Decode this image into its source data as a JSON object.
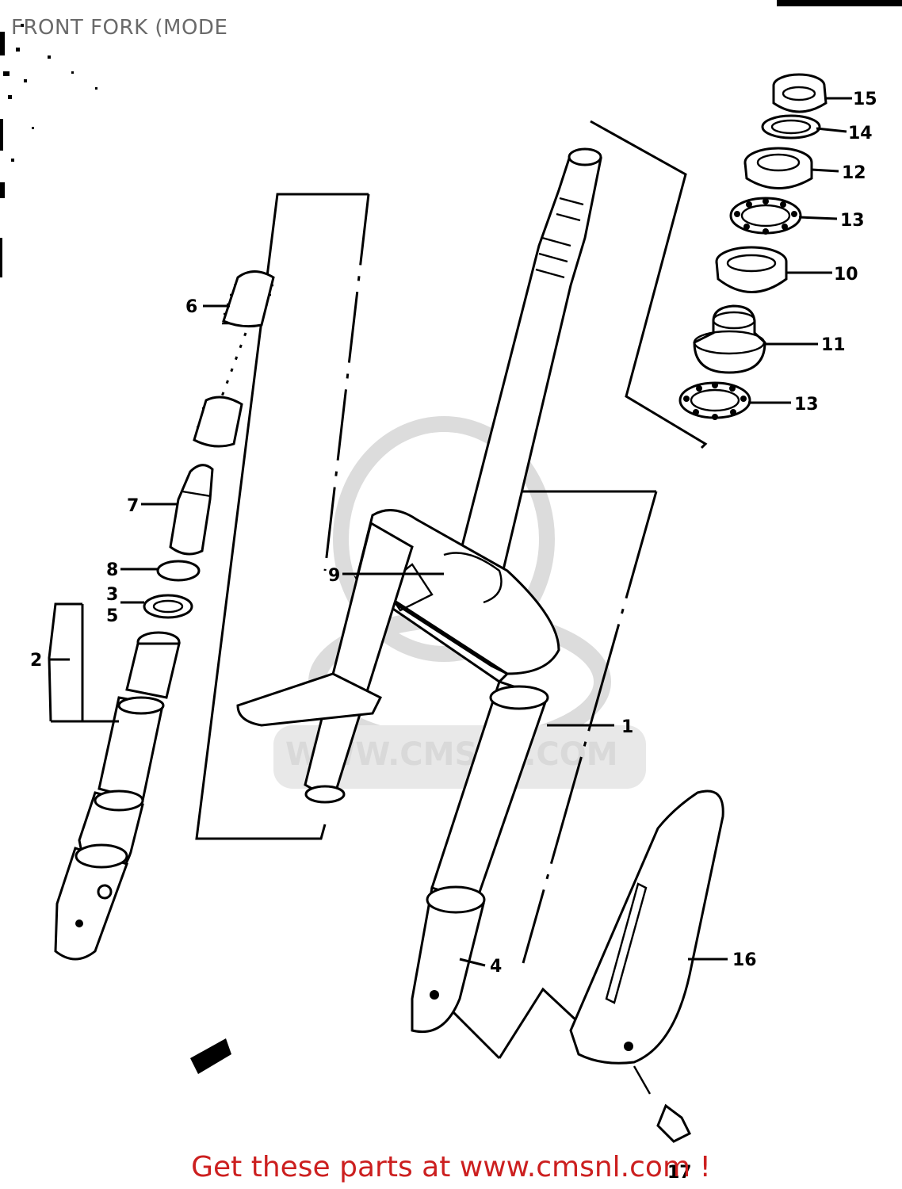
{
  "title": "FRONT FORK (MODE",
  "footer": "Get these parts at www.cmsnl.com !",
  "watermark": {
    "text": "WWW.CMSNL.COM"
  },
  "labels": {
    "p1": "1",
    "p2": "2",
    "p3": "3",
    "p4": "4",
    "p5": "5",
    "p6": "6",
    "p7": "7",
    "p8": "8",
    "p9": "9",
    "p10": "10",
    "p11": "11",
    "p12": "12",
    "p13a": "13",
    "p13b": "13",
    "p14": "14",
    "p15": "15",
    "p16": "16",
    "p17": "17"
  },
  "colors": {
    "footer_text": "#cc1f1f",
    "title_text": "#6a6a6a",
    "watermark": "#d9d9d9"
  }
}
